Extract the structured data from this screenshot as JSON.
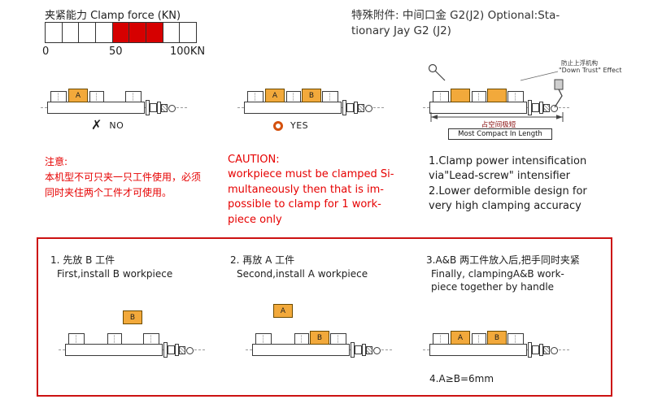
{
  "colors": {
    "caution_red": "#e60000",
    "scale_red": "#d60000",
    "box_red": "#cc1111",
    "workpiece_yellow": "#f2a93b",
    "ring_orange": "#d4510e"
  },
  "header": {
    "clamp_force_title": "夹紧能力 Clamp force (KN)",
    "scale_ticks": [
      "0",
      "50",
      "100KN"
    ],
    "optional_line1": "特殊附件: 中间口金 G2(J2)  Optional:Sta-",
    "optional_line2": "tionary Jay G2 (J2)"
  },
  "scale": {
    "segments": 9,
    "highlighted": [
      5,
      6,
      7
    ]
  },
  "labels": {
    "workpiece_a": "A",
    "workpiece_b": "B",
    "no_mark": "✗",
    "no": "NO",
    "yes": "YES"
  },
  "right_diagram": {
    "callout_line1": "防止上浮机构",
    "callout_line2": "\"Down Trust\" Effect",
    "compact_cn": "占空间极短",
    "compact_en": "Most Compact In Length"
  },
  "notes": {
    "cn_title": "注意:",
    "cn_body": "本机型不可只夹一只工件使用，必须\n同时夹住两个工件才可使用。",
    "en_title": "CAUTION:",
    "en_body": "workpiece must be clamped Si-\nmultaneously then that is im-\npossible to clamp for 1 work-\npiece only",
    "features": "1.Clamp power intensification\nvia\"Lead-screw\" intensifier\n2.Lower deformible design for\nvery high clamping accuracy"
  },
  "steps": {
    "step1_cn": "1. 先放 B 工件",
    "step1_en": "First,install B workpiece",
    "step2_cn": "2. 再放 A 工件",
    "step2_en": "Second,install A workpiece",
    "step3_cn": "3.A&B 两工件放入后,把手同时夹紧",
    "step3_en": "Finally, clampingA&B work-\npiece together by handle",
    "size_note": "4.A≥B=6mm"
  }
}
